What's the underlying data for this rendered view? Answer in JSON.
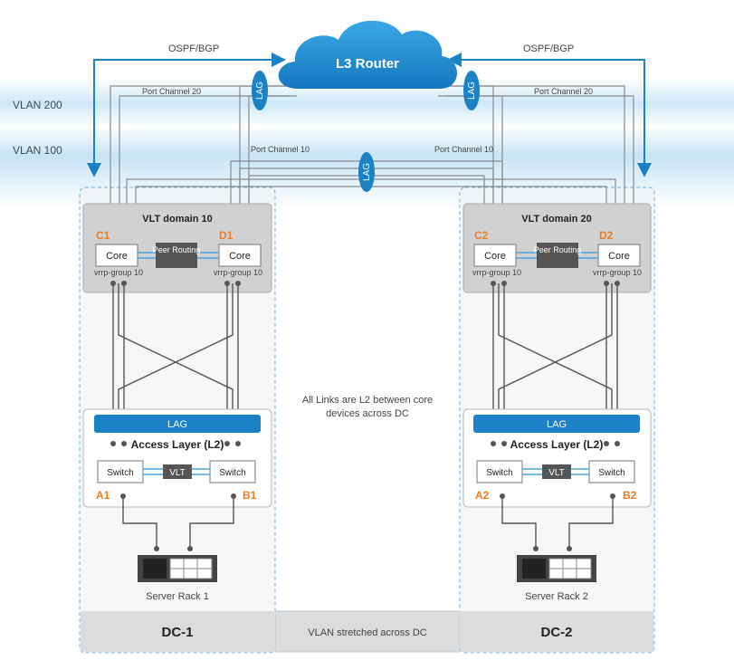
{
  "bands": {
    "vlan200": "VLAN 200",
    "vlan100": "VLAN 100"
  },
  "router": {
    "label": "L3 Router"
  },
  "routing": {
    "left": "OSPF/BGP",
    "right": "OSPF/BGP"
  },
  "port_channels": {
    "pc20_left": "Port Channel 20",
    "pc20_right": "Port Channel 20",
    "pc10_left": "Port Channel 10",
    "pc10_right": "Port Channel 10"
  },
  "lag": {
    "label": "LAG"
  },
  "dc1": {
    "vlt_domain": "VLT domain 10",
    "c_label": "C1",
    "d_label": "D1",
    "core": "Core",
    "peer": "Peer Routing",
    "vrrp_left": "vrrp-group 10",
    "vrrp_right": "vrrp-group 10",
    "access_lag": "LAG",
    "access": "Access Layer (L2)",
    "switch_left": "Switch",
    "switch_right": "Switch",
    "vlt": "VLT",
    "a_label": "A1",
    "b_label": "B1",
    "rack": "Server Rack 1",
    "name": "DC-1"
  },
  "dc2": {
    "vlt_domain": "VLT domain 20",
    "c_label": "C2",
    "d_label": "D2",
    "core": "Core",
    "peer": "Peer Routing",
    "vrrp_left": "vrrp-group 10",
    "vrrp_right": "vrrp-group 10",
    "access_lag": "LAG",
    "access": "Access Layer (L2)",
    "switch_left": "Switch",
    "switch_right": "Switch",
    "vlt": "VLT",
    "a_label": "A2",
    "b_label": "B2",
    "rack": "Server Rack 2",
    "name": "DC-2"
  },
  "center": {
    "note_line1": "All Links are L2 between core",
    "note_line2": "devices across DC",
    "stretched": "VLAN stretched across DC"
  },
  "colors": {
    "accent_blue": "#1b82c5",
    "orange": "#f07c1e",
    "dark_gray": "#555555",
    "band": "#cfe8f6"
  }
}
